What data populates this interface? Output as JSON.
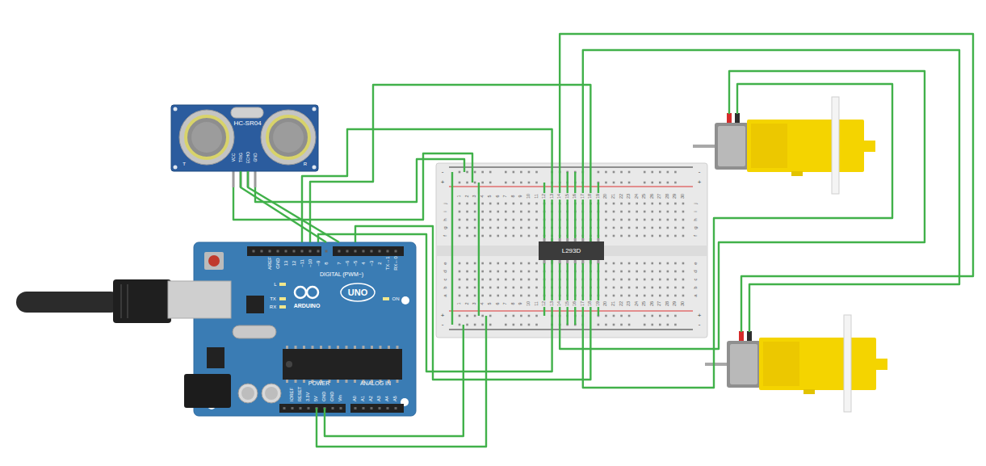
{
  "diagram": {
    "nodes": [
      {
        "text": [
          "HC-SR04"
        ]
      },
      {
        "text": [
          "ARDUINO",
          "UNO"
        ]
      },
      {
        "text": [
          "L293D"
        ]
      }
    ],
    "edges": [
      {
        "from": 0,
        "to": 1,
        "arrow": "none"
      },
      {
        "from": 0,
        "to": 1,
        "arrow": "none"
      },
      {
        "from": 1,
        "to": 2,
        "arrow": "none"
      },
      {
        "from": 1,
        "to": 2,
        "arrow": "none"
      },
      {
        "from": 1,
        "to": 2,
        "arrow": "none"
      },
      {
        "from": 1,
        "to": 2,
        "arrow": "none"
      }
    ],
    "labels": [
      "VCC",
      "TRIG",
      "ECHO",
      "GND",
      "T",
      "R",
      "AREF",
      "GND",
      "13",
      "12",
      "~11",
      "~10",
      "~9",
      "8",
      "7",
      "~6",
      "~5",
      "4",
      "~3",
      "2",
      "TX→1",
      "RX←0",
      "DIGITAL (PWM~)",
      "L",
      "TX",
      "RX",
      "ON",
      "POWER",
      "ANALOG IN",
      "IOREF",
      "RESET",
      "3.3V",
      "5V",
      "GND",
      "GND",
      "Vin",
      "A0",
      "A1",
      "A2",
      "A3",
      "A4",
      "A5",
      "-",
      "+",
      "-",
      "+",
      "1",
      "2",
      "3",
      "4",
      "5",
      "6",
      "7",
      "8",
      "9",
      "10",
      "11",
      "12",
      "13",
      "14",
      "15",
      "16",
      "17",
      "18",
      "19",
      "20",
      "21",
      "22",
      "23",
      "24",
      "25",
      "26",
      "27",
      "28",
      "29",
      "30",
      "j",
      "i",
      "h",
      "g",
      "f",
      "j",
      "i",
      "h",
      "g",
      "f",
      "e",
      "d",
      "c",
      "b",
      "a",
      "e",
      "d",
      "c",
      "b",
      "a",
      "1",
      "2",
      "3",
      "4",
      "5",
      "6",
      "7",
      "8",
      "9",
      "10",
      "11",
      "12",
      "13",
      "14",
      "15",
      "16",
      "17",
      "18",
      "19",
      "20",
      "21",
      "22",
      "23",
      "24",
      "25",
      "26",
      "27",
      "28",
      "29",
      "30",
      "+",
      "-",
      "+",
      "-"
    ]
  }
}
